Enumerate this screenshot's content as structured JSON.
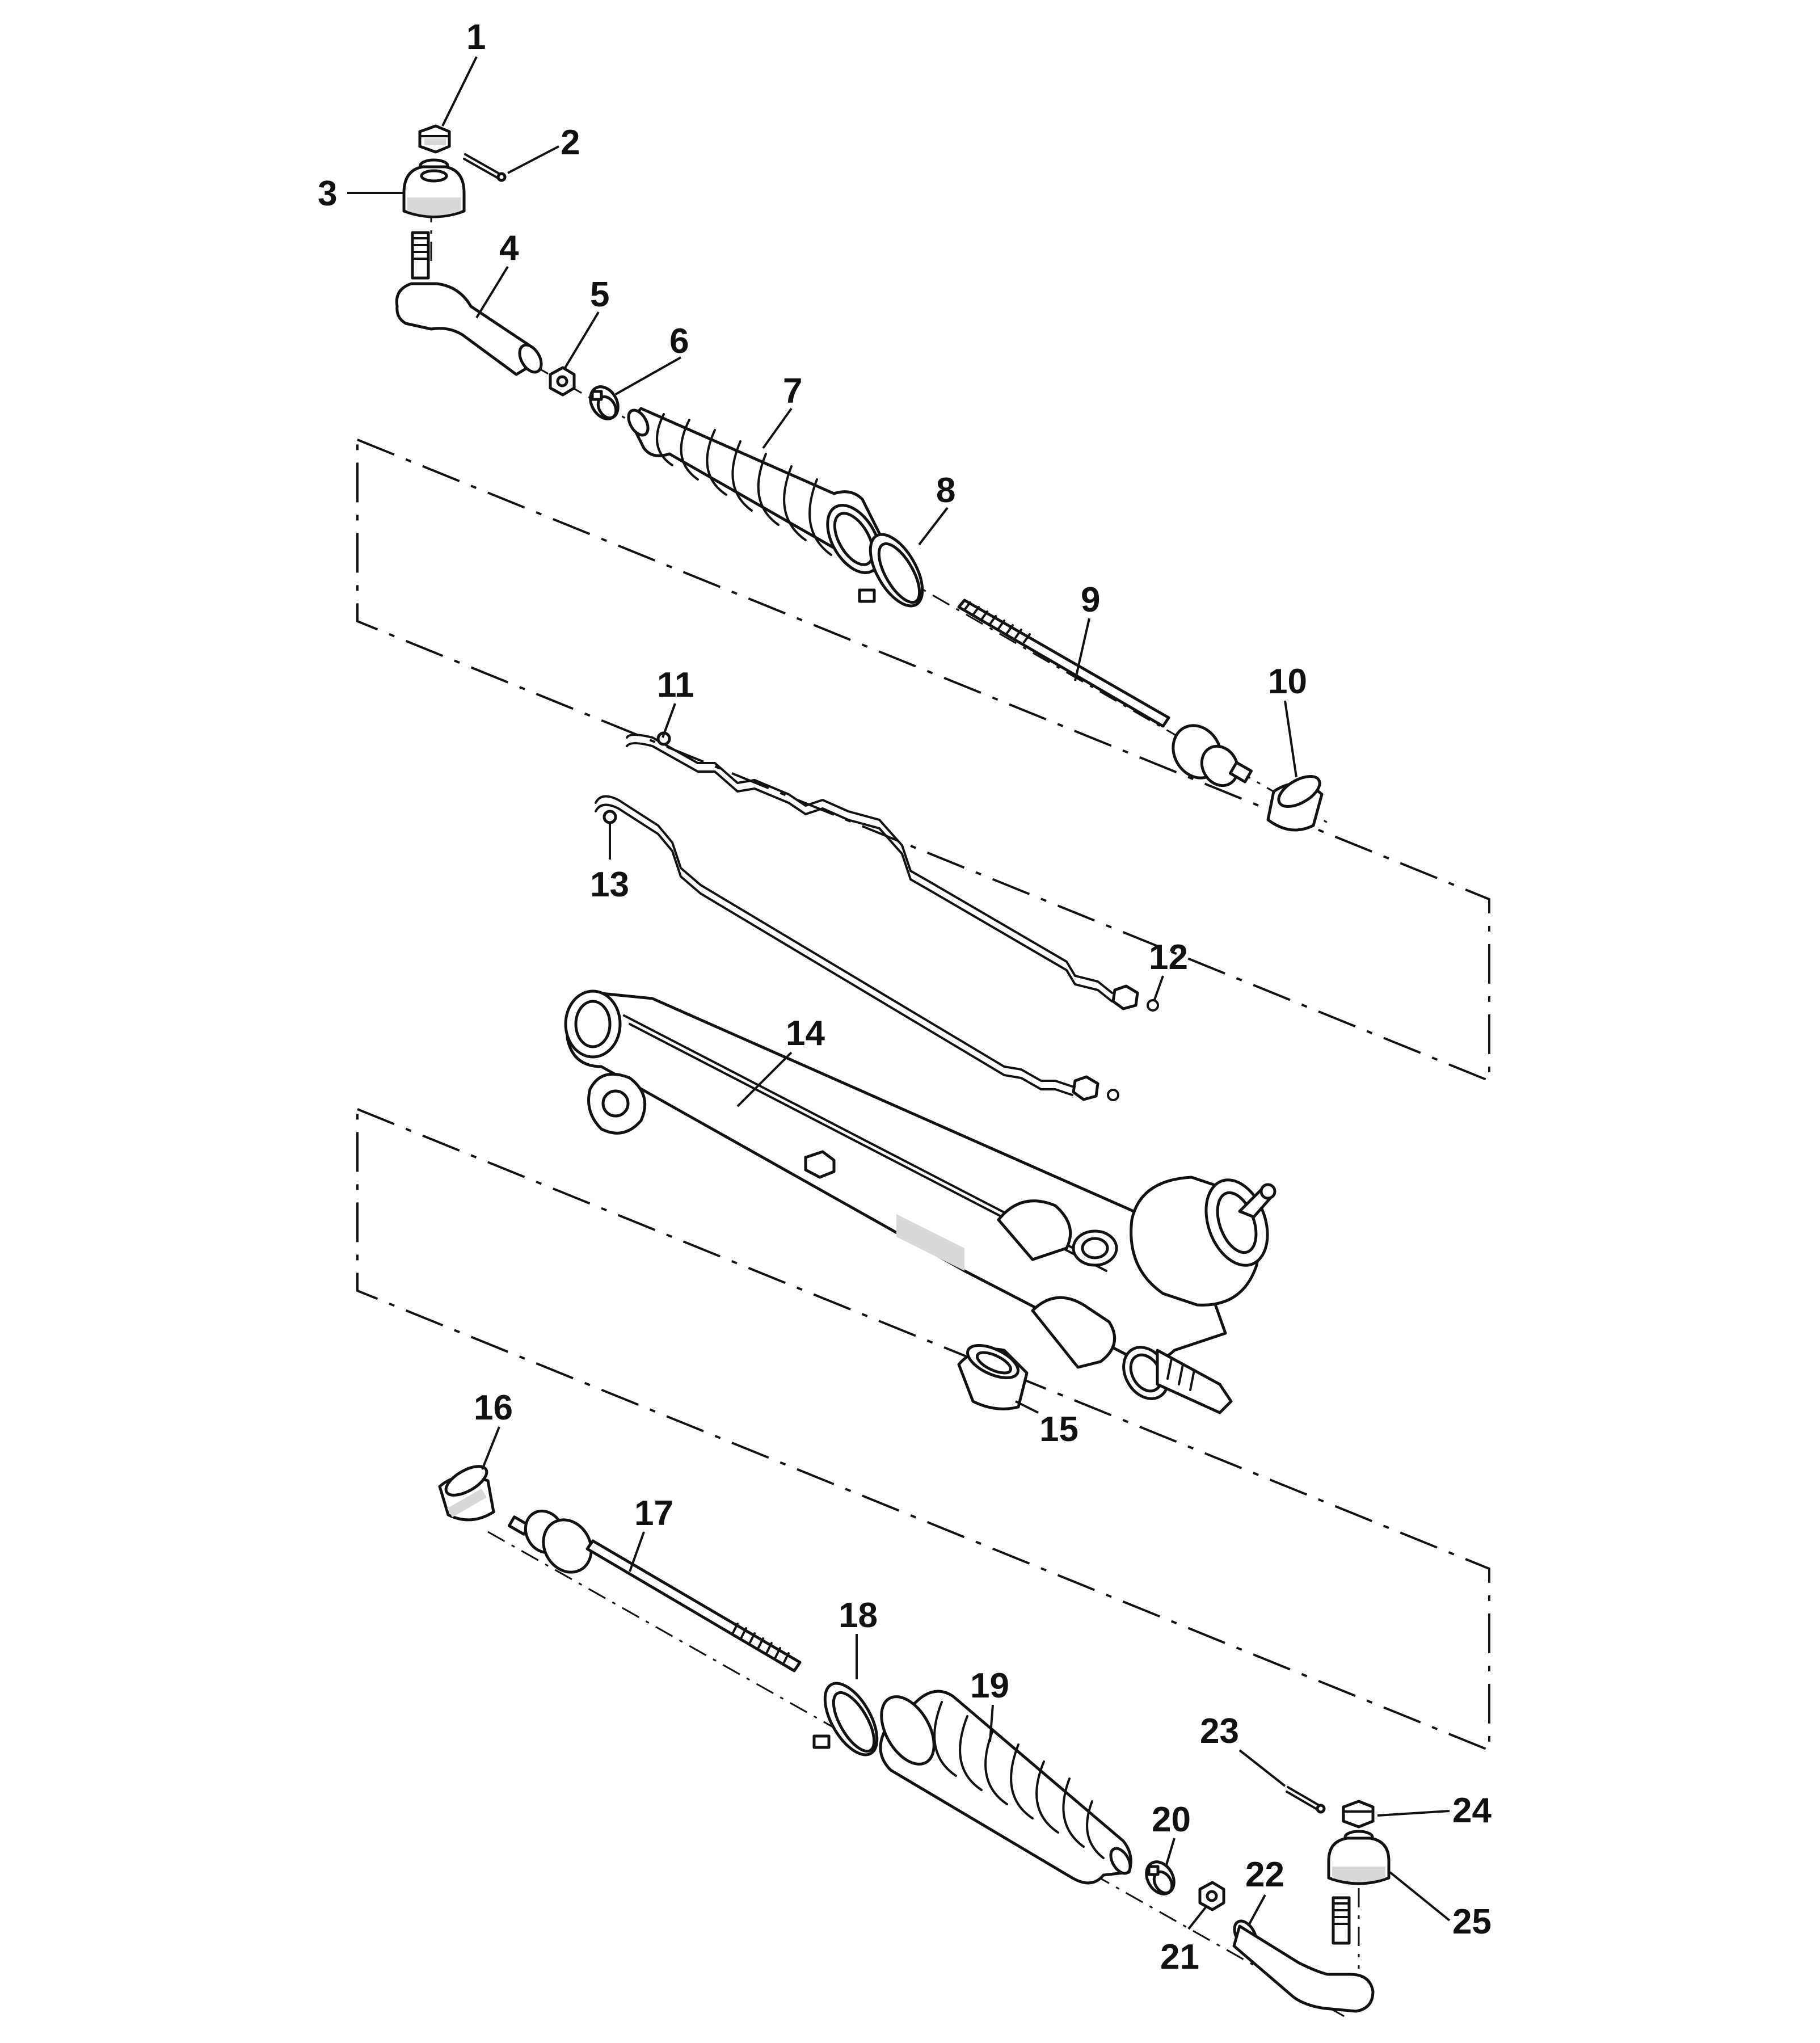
{
  "diagram": {
    "callouts": [
      "1",
      "2",
      "3",
      "4",
      "5",
      "6",
      "7",
      "8",
      "9",
      "10",
      "11",
      "12",
      "13",
      "14",
      "15",
      "16",
      "17",
      "18",
      "19",
      "20",
      "21",
      "22",
      "23",
      "24",
      "25"
    ],
    "parts": [
      {
        "id": "1",
        "icon": "hex-nut-icon"
      },
      {
        "id": "2",
        "icon": "cotter-pin-icon"
      },
      {
        "id": "3",
        "icon": "seal-boot-icon"
      },
      {
        "id": "4",
        "icon": "outer-tie-rod-end-icon"
      },
      {
        "id": "5",
        "icon": "jam-nut-icon"
      },
      {
        "id": "6",
        "icon": "small-clamp-icon"
      },
      {
        "id": "7",
        "icon": "bellows-boot-icon"
      },
      {
        "id": "8",
        "icon": "large-clamp-icon"
      },
      {
        "id": "9",
        "icon": "inner-tie-rod-icon"
      },
      {
        "id": "10",
        "icon": "bushing-icon"
      },
      {
        "id": "11",
        "icon": "fluid-line-icon"
      },
      {
        "id": "12",
        "icon": "o-ring-icon"
      },
      {
        "id": "13",
        "icon": "fluid-line-icon"
      },
      {
        "id": "14",
        "icon": "rack-housing-icon"
      },
      {
        "id": "15",
        "icon": "bushing-icon"
      },
      {
        "id": "16",
        "icon": "bushing-icon"
      },
      {
        "id": "17",
        "icon": "inner-tie-rod-icon"
      },
      {
        "id": "18",
        "icon": "large-clamp-icon"
      },
      {
        "id": "19",
        "icon": "bellows-boot-icon"
      },
      {
        "id": "20",
        "icon": "small-clamp-icon"
      },
      {
        "id": "21",
        "icon": "jam-nut-icon"
      },
      {
        "id": "22",
        "icon": "outer-tie-rod-end-icon"
      },
      {
        "id": "23",
        "icon": "cotter-pin-icon"
      },
      {
        "id": "24",
        "icon": "hex-nut-icon"
      },
      {
        "id": "25",
        "icon": "seal-boot-icon"
      }
    ],
    "colors": {
      "ink": "#111111",
      "background": "#ffffff",
      "shade": "#d8d8d8"
    }
  }
}
